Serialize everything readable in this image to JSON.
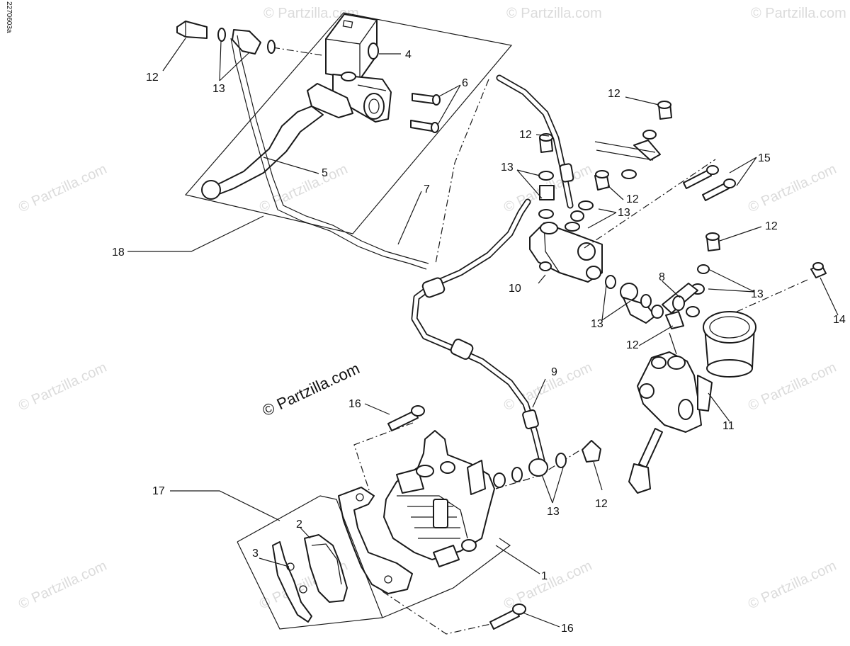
{
  "drawing_code": "2270603a",
  "copyright": "© Partzilla.com",
  "watermark": "© Partzilla.com",
  "callouts": {
    "c1": "1",
    "c2": "2",
    "c3": "3",
    "c4": "4",
    "c5": "5",
    "c6": "6",
    "c7": "7",
    "c8": "8",
    "c9": "9",
    "c10": "10",
    "c11": "11",
    "c12a": "12",
    "c12b": "12",
    "c12c": "12",
    "c12d": "12",
    "c12e": "12",
    "c12f": "12",
    "c12g": "12",
    "c13a": "13",
    "c13b": "13",
    "c13c": "13",
    "c13d": "13",
    "c13e": "13",
    "c13f": "13",
    "c14": "14",
    "c15": "15",
    "c16a": "16",
    "c16b": "16",
    "c17": "17",
    "c18": "18"
  }
}
